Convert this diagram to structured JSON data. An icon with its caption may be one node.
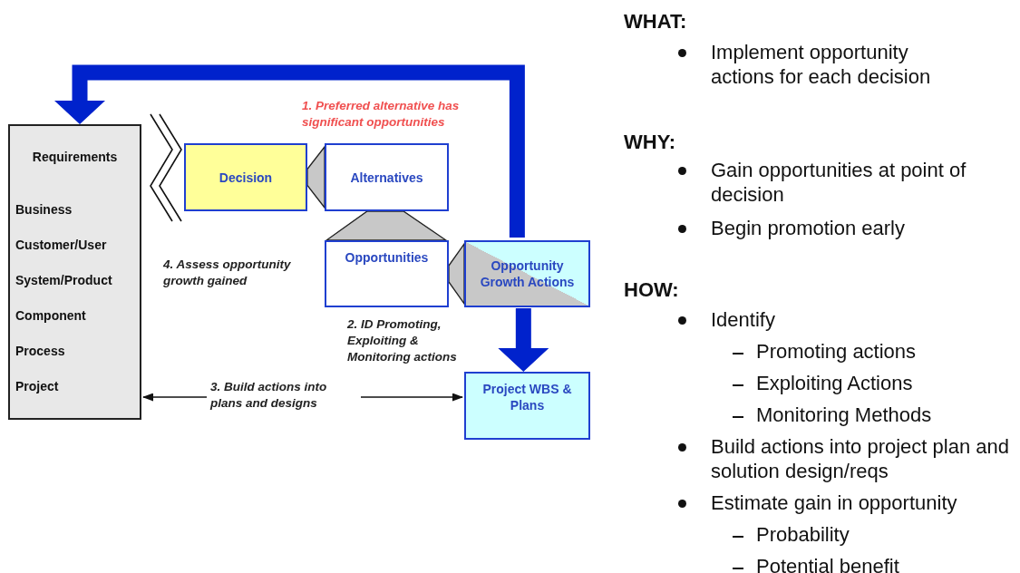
{
  "diagram": {
    "nodes": [
      {
        "text": [
          "Requirements",
          "Business",
          "Customer/User",
          "System/Product",
          "Component",
          "Process",
          "Project"
        ]
      },
      {
        "text": [
          "Decision"
        ]
      },
      {
        "text": [
          "Alternatives"
        ]
      },
      {
        "text": [
          "Opportunities"
        ]
      },
      {
        "text": [
          "Opportunity Growth Actions"
        ]
      },
      {
        "text": [
          "Project WBS & Plans"
        ]
      }
    ],
    "edges": [
      {
        "from": 4,
        "to": 0,
        "arrow": "to",
        "style": "thick",
        "color": "#0022cc"
      },
      {
        "from": 2,
        "to": 1,
        "arrow": "none"
      },
      {
        "from": 2,
        "to": 3,
        "arrow": "none"
      },
      {
        "from": 4,
        "to": 3,
        "arrow": "none"
      },
      {
        "from": 4,
        "to": 5,
        "arrow": "to",
        "style": "thick",
        "color": "#0022cc"
      },
      {
        "from": 0,
        "to": 5,
        "arrow": "both",
        "color": "#111111",
        "label": "3. Build actions into plans and designs"
      }
    ],
    "labels": [
      "1. Preferred alternative has significant opportunities",
      "4. Assess opportunity growth gained",
      "2. ID Promoting, Exploiting & Monitoring actions",
      "WHAT:",
      "Implement opportunity actions for each decision",
      "WHY:",
      "Gain opportunities at point of decision",
      "Begin promotion early",
      "HOW:",
      "Identify",
      "Promoting actions",
      "Exploiting Actions",
      "Monitoring Methods",
      "Build actions into project plan and solution design/reqs",
      "Estimate gain in opportunity",
      "Probability",
      "Potential benefit"
    ]
  }
}
